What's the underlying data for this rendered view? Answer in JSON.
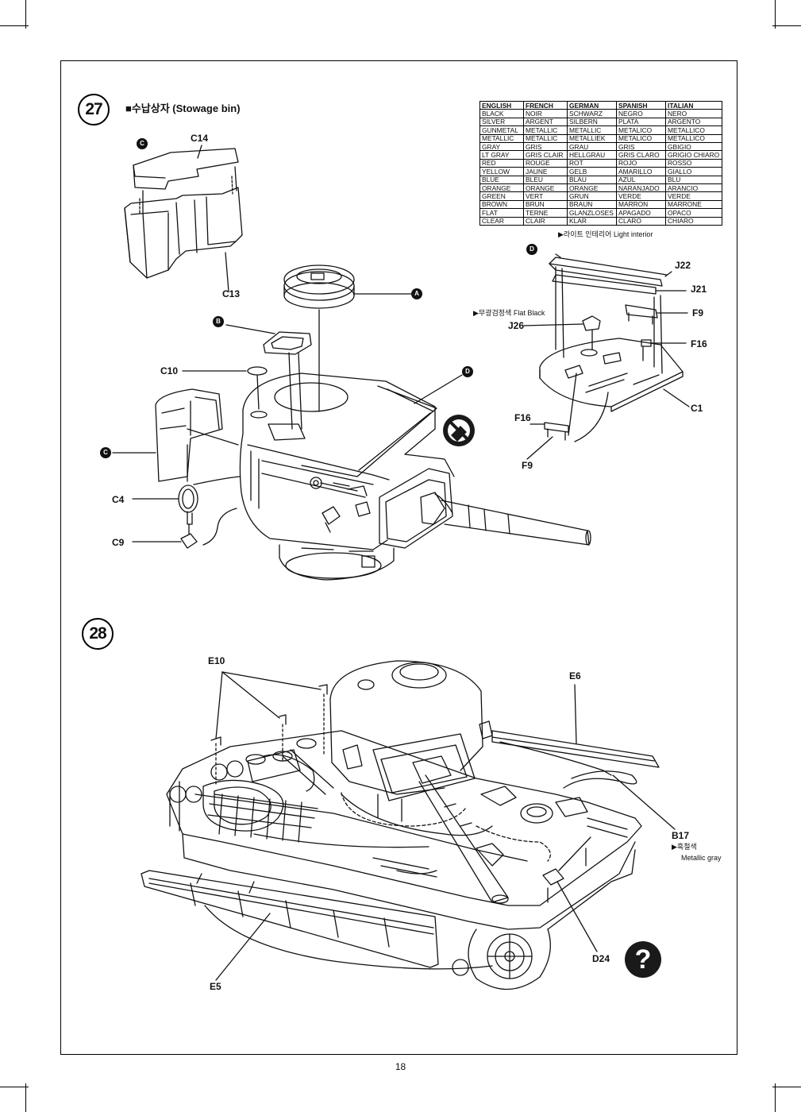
{
  "steps": {
    "s27": {
      "number": "27",
      "title": "■수납상자 (Stowage bin)",
      "parts": [
        "C14",
        "C13",
        "C10",
        "C4",
        "C9",
        "J22",
        "J21",
        "F9",
        "F16",
        "J26",
        "C1",
        "F16",
        "F9"
      ],
      "markers": [
        "C",
        "A",
        "B",
        "D",
        "C",
        "D"
      ],
      "notes": {
        "light_interior": "▶라이트 인테리어 Light interior",
        "flat_black": "▶무광검정색 Flat Black"
      }
    },
    "s28": {
      "number": "28",
      "parts": [
        "E10",
        "E6",
        "B17",
        "D24",
        "E5"
      ],
      "notes": {
        "metalic_gray_ko": "▶흑철색",
        "metalic_gray_en": "Metallic gray"
      }
    }
  },
  "color_table": {
    "headers": [
      "ENGLISH",
      "FRENCH",
      "GERMAN",
      "SPANISH",
      "ITALIAN"
    ],
    "rows": [
      [
        "BLACK",
        "NOIR",
        "SCHWARZ",
        "NEGRO",
        "NERO"
      ],
      [
        "SILVER",
        "ARGENT",
        "SILBERN",
        "PLATA",
        "ARGENTO"
      ],
      [
        "GUNMETAL",
        "METALLIC",
        "METALLIC",
        "METALICO",
        "METALLICO"
      ],
      [
        "METALLIC",
        "METALLIC",
        "METALLIEK",
        "METALICO",
        "METALLICO"
      ],
      [
        "GRAY",
        "GRIS",
        "GRAU",
        "GRIS",
        "GBIGIO"
      ],
      [
        "LT GRAY",
        "GRIS CLAIR",
        "HELLGRAU",
        "GRIS CLARO",
        "GRIGIO CHIARO"
      ],
      [
        "RED",
        "ROUGE",
        "ROT",
        "ROJO",
        "ROSSO"
      ],
      [
        "YELLOW",
        "JAUNE",
        "GELB",
        "AMARILLO",
        "GIALLO"
      ],
      [
        "BLUE",
        "BLEU",
        "BLAU",
        "AZUL",
        "BLU"
      ],
      [
        "ORANGE",
        "ORANGE",
        "ORANGE",
        "NARANJADO",
        "ARANCIO"
      ],
      [
        "GREEN",
        "VERT",
        "GRUN",
        "VERDE",
        "VERDE"
      ],
      [
        "BROWN",
        "BRUN",
        "BRAUN",
        "MARRON",
        "MARRONE"
      ],
      [
        "FLAT",
        "TERNE",
        "GLANZLOSES",
        "APAGADO",
        "OPACO"
      ],
      [
        "CLEAR",
        "CLAIR",
        "KLAR",
        "CLARO",
        "CHIARO"
      ]
    ]
  },
  "icons": {
    "paint": "paint-bottle-icon",
    "no_glue": "no-glue-icon",
    "help": "question-icon"
  },
  "help_glyph": "?",
  "page_number": "18",
  "colors": {
    "ink": "#111111",
    "paper": "#ffffff"
  }
}
